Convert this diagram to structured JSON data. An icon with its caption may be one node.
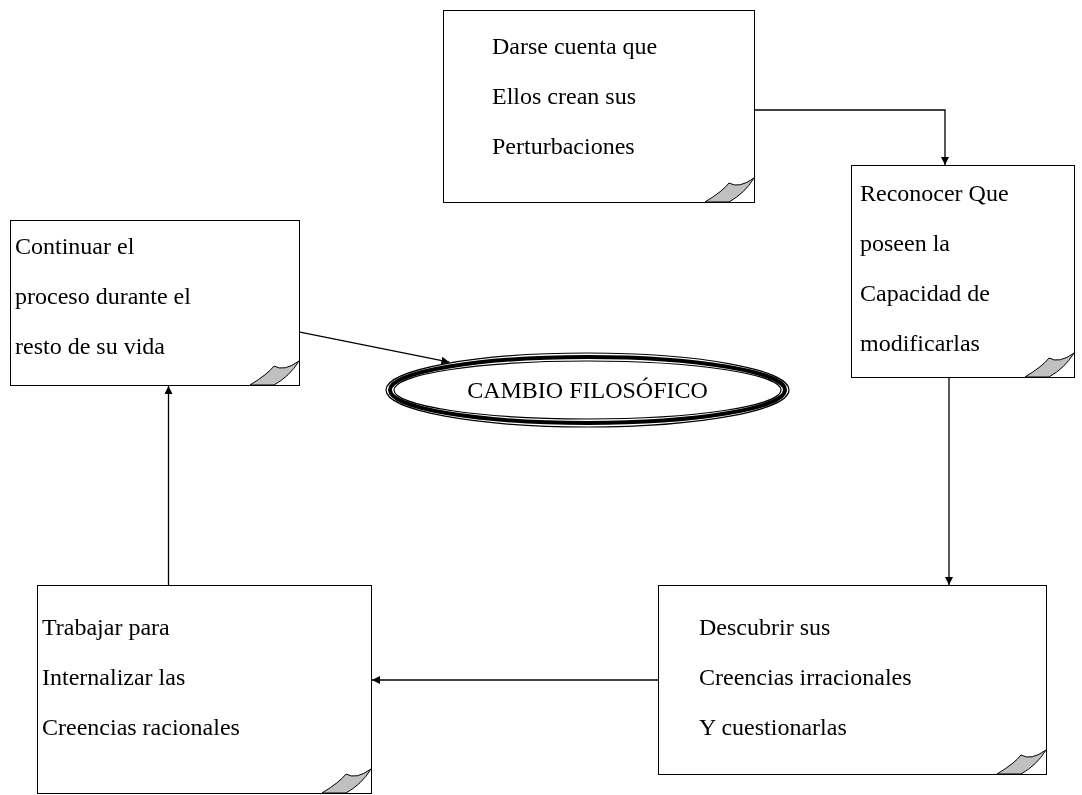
{
  "diagram": {
    "nodes": [
      {
        "text": [
          "Darse cuenta que Ellos crean sus Perturbaciones"
        ]
      },
      {
        "text": [
          "Reconocer Que poseen la Capacidad de modificarlas"
        ]
      },
      {
        "text": [
          "Continuar el proceso durante el resto de su vida"
        ]
      },
      {
        "text": [
          "CAMBIO FILOSÓFICO"
        ]
      },
      {
        "text": [
          "Descubrir sus Creencias irracionales Y cuestionarlas"
        ]
      },
      {
        "text": [
          "Trabajar para Internalizar las Creencias racionales"
        ]
      }
    ],
    "edges": [
      {
        "from": 0,
        "to": 1,
        "arrow": "to"
      },
      {
        "from": 1,
        "to": 4,
        "arrow": "to"
      },
      {
        "from": 4,
        "to": 5,
        "arrow": "to"
      },
      {
        "from": 5,
        "to": 2,
        "arrow": "to"
      },
      {
        "from": 2,
        "to": 3,
        "arrow": "to"
      }
    ]
  }
}
